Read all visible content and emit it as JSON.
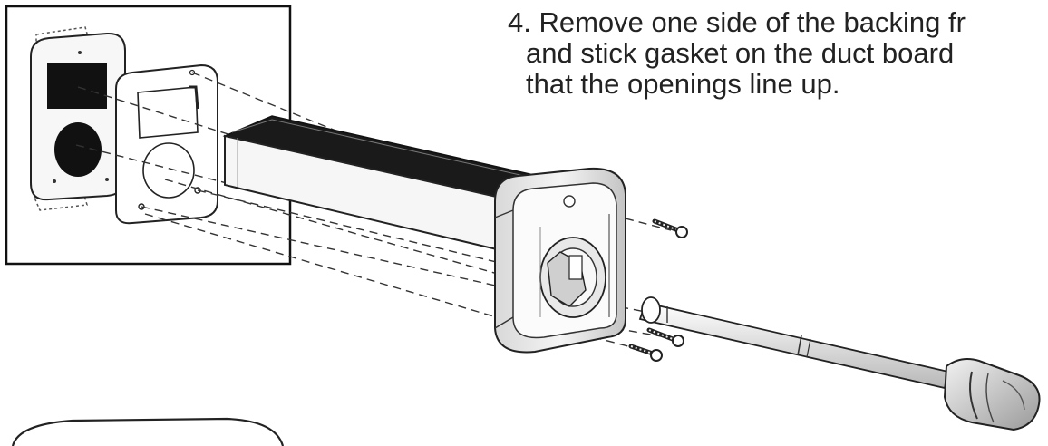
{
  "document": {
    "step": {
      "number": "4.",
      "lines": [
        "Remove one side of the backing fr",
        "and stick gasket on the duct board",
        "that the openings line up."
      ]
    }
  }
}
